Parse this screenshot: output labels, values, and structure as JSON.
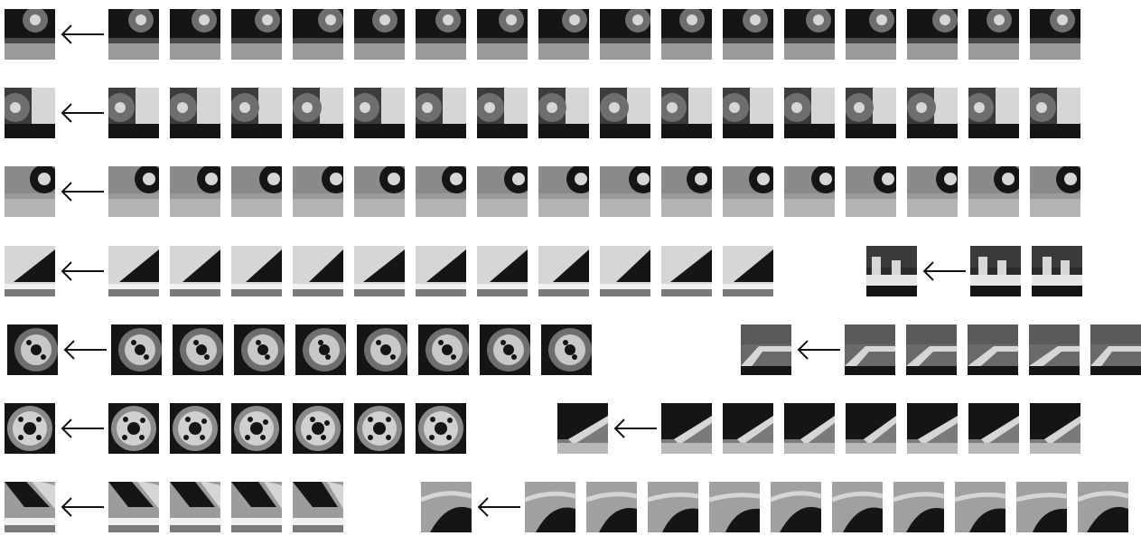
{
  "figure": {
    "description_free": true,
    "background": "#ffffff",
    "rows": [
      {
        "groups": [
          {
            "pattern": "wheel-corner",
            "similar_count": 17
          }
        ]
      },
      {
        "groups": [
          {
            "pattern": "wheel-arch",
            "similar_count": 17
          }
        ]
      },
      {
        "groups": [
          {
            "pattern": "tire-edge",
            "similar_count": 17
          }
        ]
      },
      {
        "groups": [
          {
            "pattern": "window-pillar",
            "similar_count": 11
          },
          {
            "pattern": "roof-edge",
            "similar_count": 3
          }
        ]
      },
      {
        "groups": [
          {
            "pattern": "wheel",
            "similar_count": 8
          },
          {
            "pattern": "body-strip",
            "similar_count": 6
          }
        ]
      },
      {
        "groups": [
          {
            "pattern": "hubcap",
            "similar_count": 6
          },
          {
            "pattern": "window-slant",
            "similar_count": 9
          }
        ]
      },
      {
        "groups": [
          {
            "pattern": "diagonal-edge",
            "similar_count": 4
          },
          {
            "pattern": "fender",
            "similar_count": 11
          }
        ]
      }
    ],
    "colors": {
      "arrow": "#111111",
      "dark": "#151515",
      "mid": "#6e6e6e",
      "light": "#d6d6d6"
    }
  }
}
